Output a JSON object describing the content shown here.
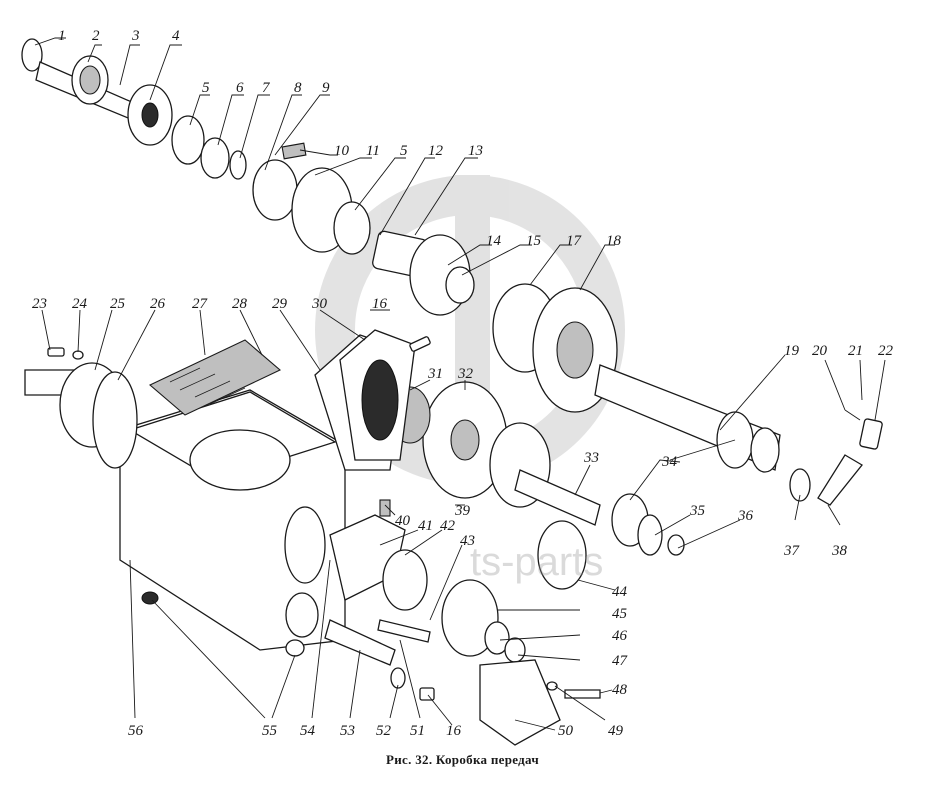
{
  "caption": "Рис. 32. Коробка передач",
  "watermark_text": "ts-parts",
  "colors": {
    "ink": "#1a1a1a",
    "background": "#ffffff",
    "watermark": "#b5b5b5"
  },
  "callouts": [
    "1",
    "2",
    "3",
    "4",
    "5",
    "6",
    "7",
    "8",
    "9",
    "10",
    "11",
    "5",
    "12",
    "13",
    "14",
    "15",
    "17",
    "18",
    "16",
    "23",
    "24",
    "25",
    "26",
    "27",
    "28",
    "29",
    "30",
    "31",
    "32",
    "19",
    "20",
    "21",
    "22",
    "34",
    "33",
    "39",
    "40",
    "41",
    "42",
    "43",
    "35",
    "36",
    "37",
    "38",
    "44",
    "45",
    "46",
    "47",
    "48",
    "49",
    "50",
    "16",
    "51",
    "52",
    "53",
    "54",
    "55",
    "56"
  ]
}
